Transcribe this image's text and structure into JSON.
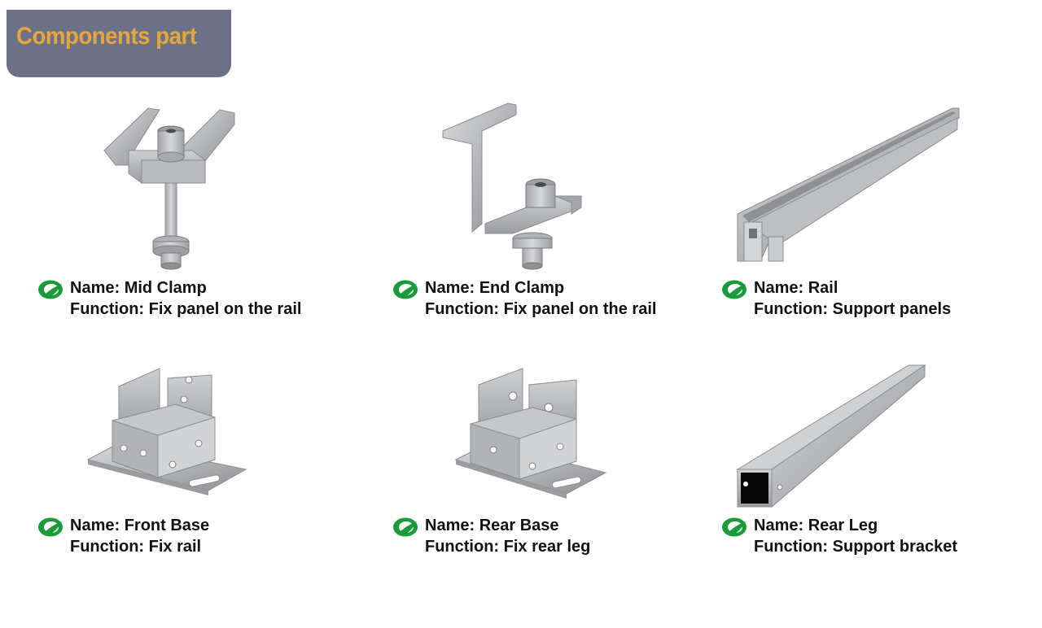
{
  "header": {
    "title": "Components part",
    "background_color": "#6d7188",
    "title_color": "#e6a63a"
  },
  "icon": {
    "name": "leaf-logo-icon",
    "color": "#1a9a3a"
  },
  "products": [
    {
      "name": "Name: Mid Clamp",
      "function": "Function: Fix panel on the rail",
      "image_icon": "mid-clamp-icon"
    },
    {
      "name": "Name: End Clamp",
      "function": "Function: Fix panel on the rail",
      "image_icon": "end-clamp-icon"
    },
    {
      "name": "Name: Rail",
      "function": "Function: Support panels",
      "image_icon": "rail-icon"
    },
    {
      "name": "Name: Front Base",
      "function": "Function: Fix rail",
      "image_icon": "front-base-icon"
    },
    {
      "name": "Name: Rear Base",
      "function": "Function: Fix rear leg",
      "image_icon": "rear-base-icon"
    },
    {
      "name": "Name: Rear Leg",
      "function": "Function: Support bracket",
      "image_icon": "rear-leg-icon"
    }
  ]
}
